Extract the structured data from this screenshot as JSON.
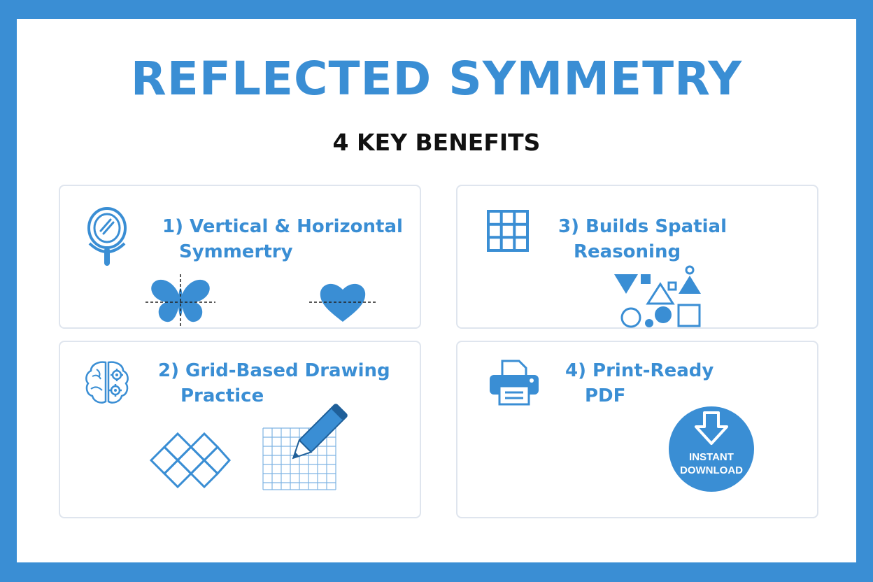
{
  "header": {
    "title": "REFLECTED SYMMETRY",
    "subtitle": "4 KEY BENEFITS"
  },
  "colors": {
    "accent": "#3a8ed4",
    "border": "#3a8ed4",
    "card_border": "#dfe5ee",
    "text_dark": "#111111"
  },
  "cards": [
    {
      "line1": "1) Vertical & Horizontal",
      "line2": "Symmertry",
      "icons": [
        "mirror-icon",
        "butterfly-icon",
        "heart-icon"
      ]
    },
    {
      "line1": "2) Grid-Based Drawing",
      "line2": "Practice",
      "icons": [
        "brain-gears-icon",
        "diamond-grid-icon",
        "pencil-grid-icon"
      ]
    },
    {
      "line1": "3) Builds Spatial",
      "line2": "Reasoning",
      "icons": [
        "grid-icon",
        "shapes-icon"
      ]
    },
    {
      "line1": "4) Print-Ready",
      "line2": "PDF",
      "icons": [
        "printer-icon",
        "download-icon"
      ]
    }
  ],
  "badge": {
    "line1": "INSTANT",
    "line2": "DOWNLOAD"
  }
}
